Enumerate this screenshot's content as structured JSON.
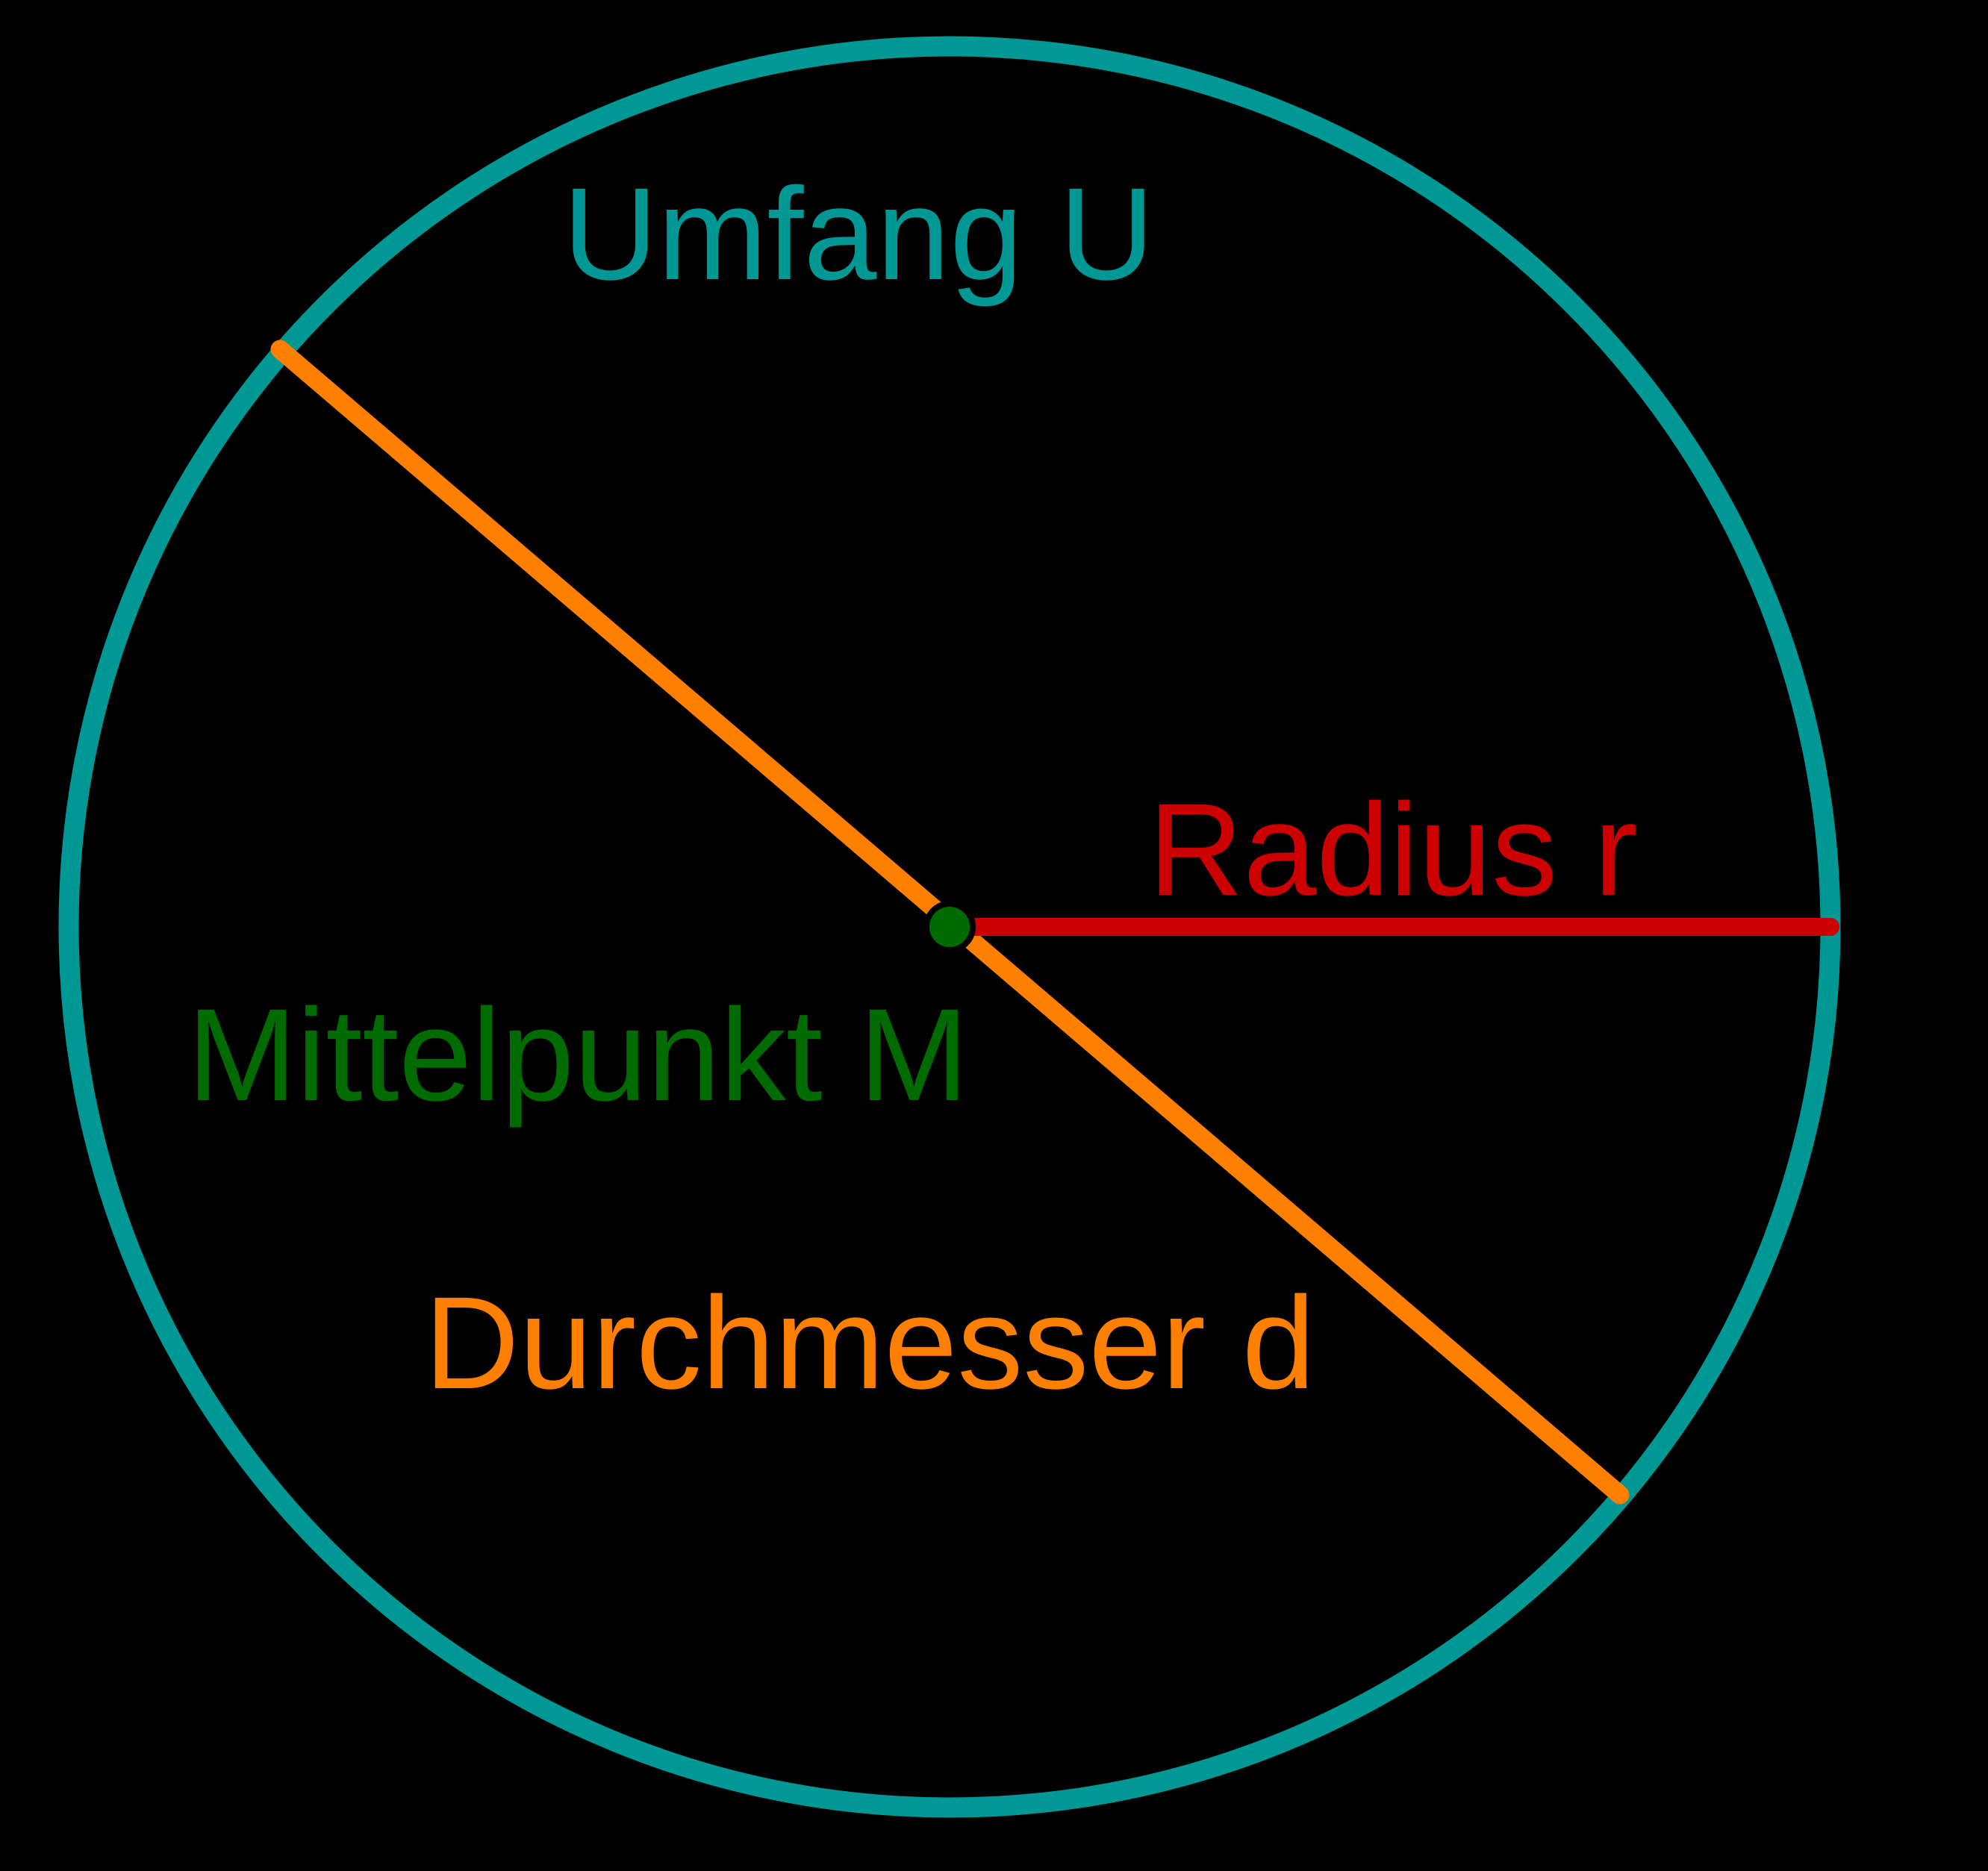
{
  "colors": {
    "background": "#000000",
    "circumference": "#009894",
    "diameter": "#FF7F00",
    "radius": "#CC0000",
    "center": "#006B00",
    "center_outline": "#000000"
  },
  "labels": {
    "circumference": "Umfang U",
    "radius": "Radius r",
    "center": "Mittelpunkt M",
    "diameter": "Durchmesser d"
  }
}
